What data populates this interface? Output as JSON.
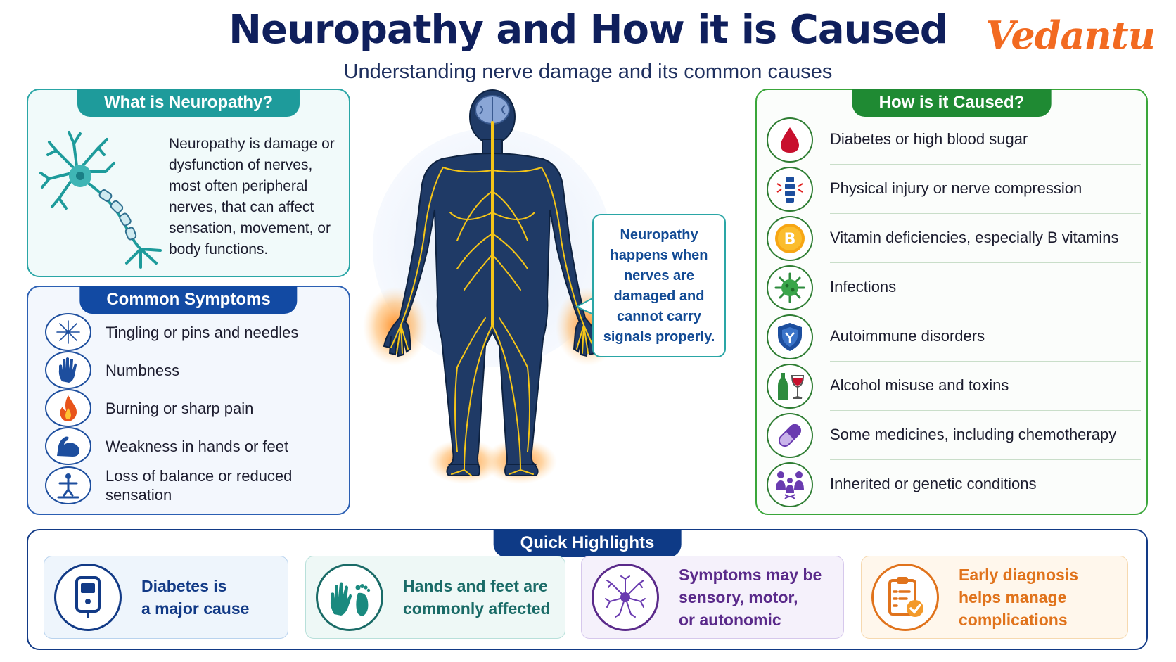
{
  "header": {
    "title": "Neuropathy and How it is Caused",
    "subtitle": "Understanding nerve damage and its common causes",
    "logo": "Vedantu"
  },
  "what": {
    "heading": "What is Neuropathy?",
    "text": "Neuropathy is damage or dysfunction of nerves, most often peripheral nerves, that can affect sensation, movement, or body functions."
  },
  "symptoms": {
    "heading": "Common Symptoms",
    "items": [
      {
        "label": "Tingling or pins and needles",
        "icon": "pins-needles-icon"
      },
      {
        "label": "Numbness",
        "icon": "hand-icon"
      },
      {
        "label": "Burning or sharp pain",
        "icon": "flame-icon"
      },
      {
        "label": "Weakness in hands or feet",
        "icon": "flexed-arm-icon"
      },
      {
        "label": "Loss of balance or reduced sensation",
        "icon": "balance-person-icon"
      }
    ]
  },
  "callout": {
    "text": "Neuropathy happens when nerves are damaged and cannot carry signals properly."
  },
  "causes": {
    "heading": "How is it Caused?",
    "items": [
      {
        "label": "Diabetes or high blood sugar",
        "icon": "blood-drop-icon"
      },
      {
        "label": "Physical injury or nerve compression",
        "icon": "spine-icon"
      },
      {
        "label": "Vitamin deficiencies, especially B vitamins",
        "icon": "vitamin-b-icon",
        "badge": "B"
      },
      {
        "label": "Infections",
        "icon": "virus-icon"
      },
      {
        "label": "Autoimmune disorders",
        "icon": "shield-icon"
      },
      {
        "label": "Alcohol misuse and toxins",
        "icon": "alcohol-icon"
      },
      {
        "label": "Some medicines, including chemotherapy",
        "icon": "pill-icon"
      },
      {
        "label": "Inherited or genetic conditions",
        "icon": "family-dna-icon"
      }
    ]
  },
  "highlights": {
    "heading": "Quick Highlights",
    "cards": [
      {
        "text": "Diabetes is\na major cause",
        "icon": "glucose-meter-icon",
        "color": "#123a86"
      },
      {
        "text": "Hands and feet are\ncommonly affected",
        "icon": "hand-foot-icon",
        "color": "#1a6b67"
      },
      {
        "text": "Symptoms may be\nsensory, motor,\nor autonomic",
        "icon": "neuron-network-icon",
        "color": "#5a2a8a"
      },
      {
        "text": "Early diagnosis\nhelps manage\ncomplications",
        "icon": "clipboard-check-icon",
        "color": "#e0731c"
      }
    ]
  },
  "colors": {
    "title": "#0f1f5c",
    "logo": "#f26a21",
    "teal": "#1e9b9b",
    "blue": "#124aa3",
    "green": "#1f8a33",
    "navy": "#0e3a86"
  }
}
